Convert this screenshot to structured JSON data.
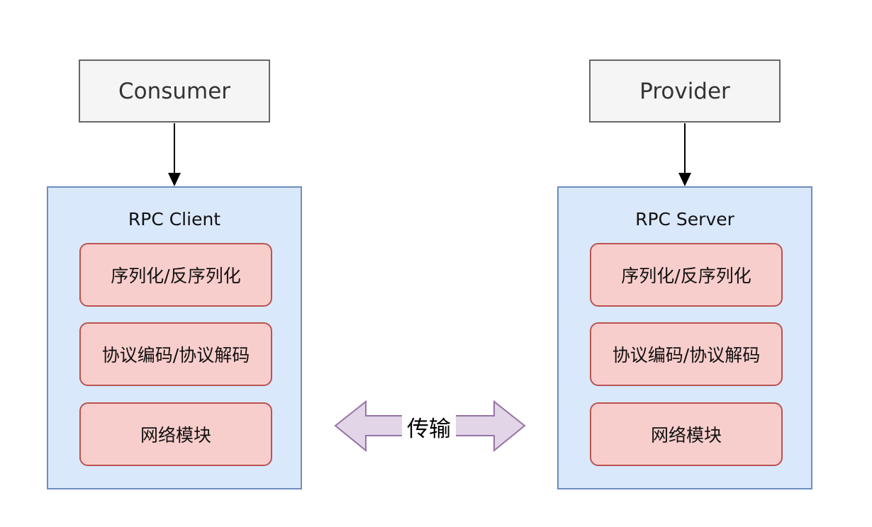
{
  "consumer": {
    "label": "Consumer"
  },
  "provider": {
    "label": "Provider"
  },
  "client": {
    "title": "RPC Client",
    "modules": [
      "序列化/反序列化",
      "协议编码/协议解码",
      "网络模块"
    ]
  },
  "server": {
    "title": "RPC Server",
    "modules": [
      "序列化/反序列化",
      "协议编码/协议解码",
      "网络模块"
    ]
  },
  "transfer": {
    "label": "传输"
  },
  "colors": {
    "actor_fill": "#f5f5f5",
    "actor_stroke": "#666666",
    "container_fill": "#dae8fc",
    "container_stroke": "#6c8ebf",
    "module_fill": "#f8cecc",
    "module_stroke": "#b85450",
    "transfer_fill": "#e1d5e7",
    "transfer_stroke": "#9673a6"
  }
}
